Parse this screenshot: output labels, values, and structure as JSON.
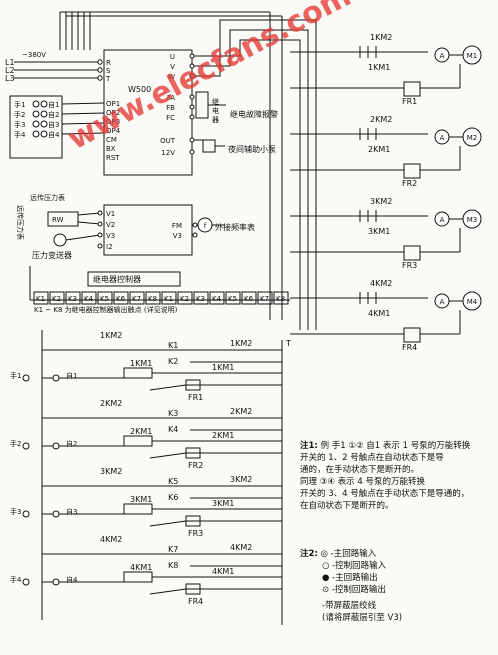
{
  "supply": {
    "l1": "L1",
    "l2": "L2",
    "l3": "L3",
    "voltage": "~380V"
  },
  "inverter": {
    "model": "W500",
    "left_terminals": [
      "R",
      "S",
      "T",
      "OP1",
      "OP2",
      "OP3",
      "OP4",
      "CM",
      "BX",
      "RST"
    ],
    "right_terminals": [
      "U",
      "V",
      "W",
      "FA",
      "FB",
      "FC",
      "OUT",
      "12V",
      "FM",
      "V3"
    ],
    "analog_terminals": [
      "V1",
      "V2",
      "V3",
      "I2"
    ],
    "relay_label": "继电器",
    "fault_alarm": "继电故障报警",
    "night_pump": "夜间辅助小泵",
    "freq_meter": "外接频率表"
  },
  "auto_manual": {
    "manual": "手",
    "auto": "自",
    "switches": [
      "1",
      "2",
      "3",
      "4"
    ]
  },
  "pressure": {
    "vertical_label": "远传压力表",
    "rw": "RW",
    "sensor": "压力变送器"
  },
  "relay_controller": {
    "title": "继电器控制器",
    "contacts": [
      "K1",
      "K2",
      "K3",
      "K4",
      "K5",
      "K6",
      "K7",
      "K8",
      "K1",
      "K2",
      "K3",
      "K4",
      "K5",
      "K6",
      "K7",
      "K8"
    ],
    "footnote": "K1 ~ K8 为继电器控制器输出触点 (详见说明)"
  },
  "contactors": {
    "groups": [
      {
        "main": "1KM2",
        "aux": "1KM1",
        "fr": "FR1",
        "motor": "M1"
      },
      {
        "main": "2KM2",
        "aux": "2KM1",
        "fr": "FR2",
        "motor": "M2"
      },
      {
        "main": "3KM2",
        "aux": "3KM1",
        "fr": "FR3",
        "motor": "M3"
      },
      {
        "main": "4KM2",
        "aux": "4KM1",
        "fr": "FR4",
        "motor": "M4"
      }
    ],
    "ammeter": "A"
  },
  "control_rows": [
    {
      "km2": "1KM2",
      "km1": "1KM1",
      "k_a": "K1",
      "k_b": "K2",
      "fr": "FR1",
      "hand": "手1",
      "auto": "自1"
    },
    {
      "km2": "2KM2",
      "km1": "2KM1",
      "k_a": "K3",
      "k_b": "K4",
      "fr": "FR2",
      "hand": "手2",
      "auto": "自2"
    },
    {
      "km2": "3KM2",
      "km1": "3KM1",
      "k_a": "K5",
      "k_b": "K6",
      "fr": "FR3",
      "hand": "手3",
      "auto": "自3"
    },
    {
      "km2": "4KM2",
      "km1": "4KM1",
      "k_a": "K7",
      "k_b": "K8",
      "fr": "FR4",
      "hand": "手4",
      "auto": "自4"
    }
  ],
  "bus_label": "T",
  "watermark": "www.elecfans.com",
  "notes": {
    "note1_title": "注1:",
    "note1_line1": "例 手1 ①② 自1 表示 1 号泵的万能转换",
    "note1_line2": "开关的 1、2 号触点在自动状态下是导",
    "note1_line3": "通的，在手动状态下是断开的。",
    "note1_line4": "同理 ③④ 表示 4 号泵的万能转换",
    "note1_line5": "开关的 3、4 号触点在手动状态下是导通的，",
    "note1_line6": "在自动状态下是断开的。",
    "note2_title": "注2:",
    "legend": [
      "◎ -主回路输入",
      "○ -控制回路输入",
      "● -主回路输出",
      "⊙ -控制回路输出",
      "-带屏蔽层绞线",
      "(请将屏蔽层引至 V3)"
    ]
  }
}
